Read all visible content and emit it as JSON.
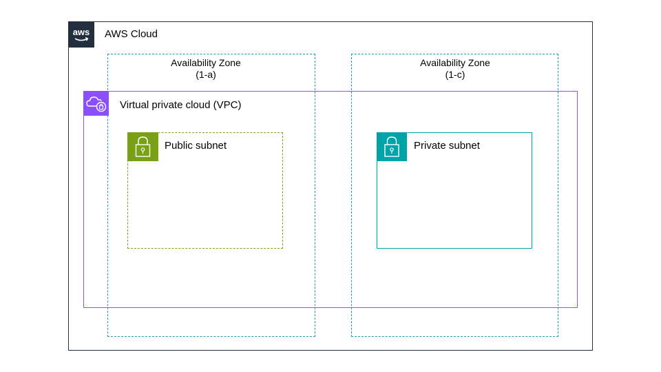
{
  "diagram": {
    "aws_cloud": {
      "label": "AWS Cloud",
      "logo_text": "aws",
      "icon": "aws-logo-icon",
      "color": "#232f3e"
    },
    "availability_zones": [
      {
        "label_line1": "Availability Zone",
        "label_line2": "(1-a)",
        "color": "#1a9ba8"
      },
      {
        "label_line1": "Availability Zone",
        "label_line2": "(1-c)",
        "color": "#1a9ba8"
      }
    ],
    "vpc": {
      "label": "Virtual private cloud (VPC)",
      "icon": "vpc-cloud-icon",
      "color": "#8c4fff"
    },
    "public_subnet": {
      "label": "Public subnet",
      "icon": "lock-icon",
      "color": "#7aa116"
    },
    "private_subnet": {
      "label": "Private subnet",
      "icon": "lock-icon",
      "color": "#00a4a6"
    }
  }
}
